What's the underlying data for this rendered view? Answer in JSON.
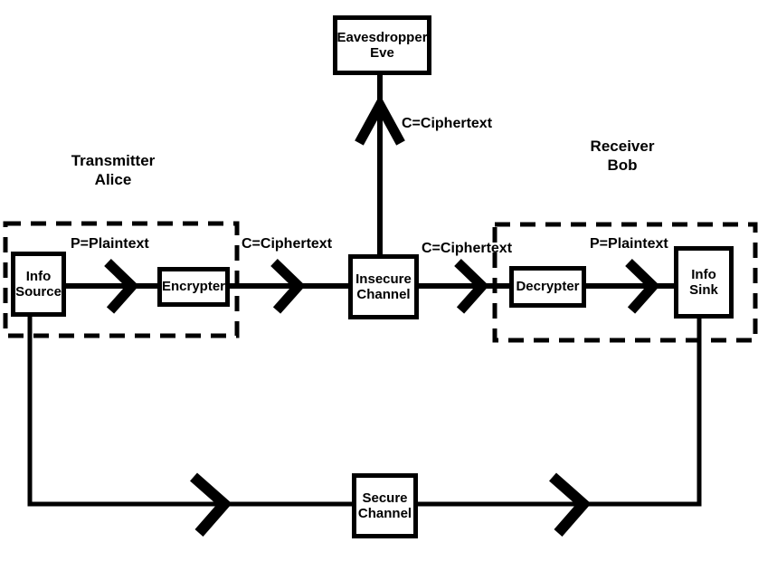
{
  "nodes": {
    "eavesdropper": {
      "line1": "Eavesdropper",
      "line2": "Eve"
    },
    "info_source": {
      "line1": "Info",
      "line2": "Source"
    },
    "encrypter": {
      "label": "Encrypter"
    },
    "insecure_channel": {
      "line1": "Insecure",
      "line2": "Channel"
    },
    "decrypter": {
      "label": "Decrypter"
    },
    "info_sink": {
      "line1": "Info",
      "line2": "Sink"
    },
    "secure_channel": {
      "line1": "Secure",
      "line2": "Channel"
    }
  },
  "groups": {
    "transmitter": {
      "line1": "Transmitter",
      "line2": "Alice"
    },
    "receiver": {
      "line1": "Receiver",
      "line2": "Bob"
    }
  },
  "edge_labels": {
    "plaintext_left": "P=Plaintext",
    "ciphertext_left": "C=Ciphertext",
    "ciphertext_to_eve": "C=Ciphertext",
    "ciphertext_right": "C=Ciphertext",
    "plaintext_right": "P=Plaintext"
  },
  "colors": {
    "foreground": "#000000",
    "background": "#ffffff"
  }
}
